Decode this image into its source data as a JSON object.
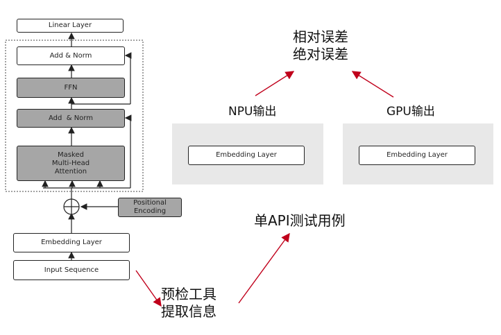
{
  "transformer": {
    "linear_layer": "Linear Layer",
    "add_norm_top": "Add & Norm",
    "ffn": "FFN",
    "add_norm_mid": "Add  & Norm",
    "attention": [
      "Masked",
      "Multi-Head",
      "Attention"
    ],
    "positional_encoding": [
      "Positional",
      "Encoding"
    ],
    "embedding_layer": "Embedding Layer",
    "input_sequence": "Input Sequence"
  },
  "tool_text": [
    "预检工具",
    "提取信息"
  ],
  "single_api": "单API测试用例",
  "npu": {
    "title": "NPU输出",
    "embedding": "Embedding Layer"
  },
  "gpu": {
    "title": "GPU输出",
    "embedding": "Embedding Layer"
  },
  "errors": [
    "相对误差",
    "绝对误差"
  ],
  "colors": {
    "red_arrow": "#c0001b",
    "panel_gray": "#e8e8e8",
    "block_gray": "#a6a6a6"
  }
}
